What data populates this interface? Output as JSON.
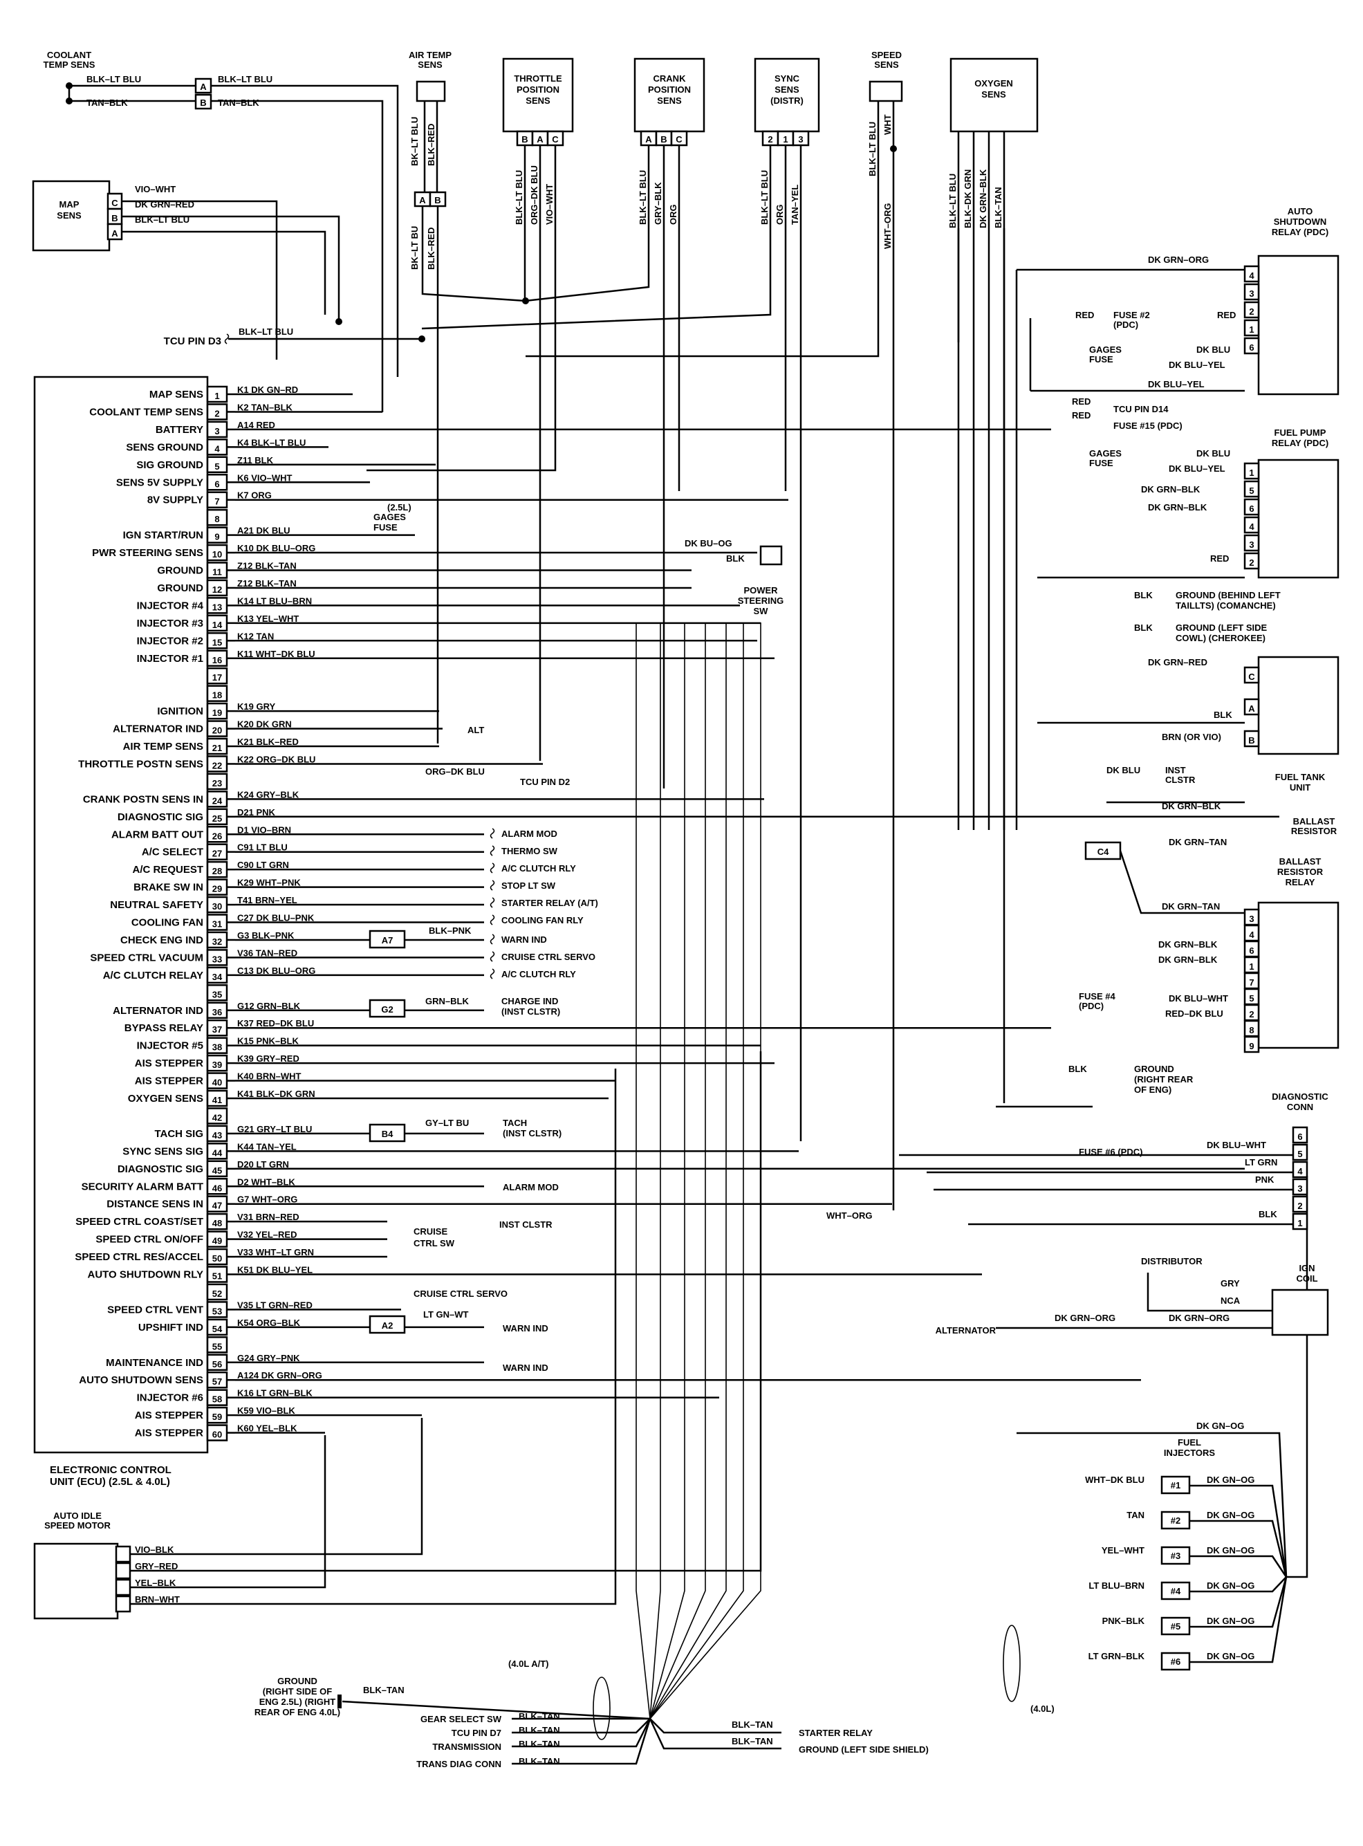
{
  "figure_id": "G92A21824",
  "ecu": {
    "title": "ELECTRONIC CONTROL\nUNIT (ECU) (2.5L & 4.0L)",
    "pins": [
      {
        "n": "1",
        "label": "MAP SENS",
        "wire": "K1 DK GN–RD"
      },
      {
        "n": "2",
        "label": "COOLANT TEMP SENS",
        "wire": "K2 TAN–BLK"
      },
      {
        "n": "3",
        "label": "BATTERY",
        "wire": "A14 RED"
      },
      {
        "n": "4",
        "label": "SENS GROUND",
        "wire": "K4 BLK–LT BLU"
      },
      {
        "n": "5",
        "label": "SIG GROUND",
        "wire": "Z11 BLK"
      },
      {
        "n": "6",
        "label": "SENS 5V SUPPLY",
        "wire": "K6 VIO–WHT"
      },
      {
        "n": "7",
        "label": "8V SUPPLY",
        "wire": "K7 ORG"
      },
      {
        "n": "8",
        "label": "",
        "wire": ""
      },
      {
        "n": "9",
        "label": "IGN START/RUN",
        "wire": "A21 DK BLU"
      },
      {
        "n": "10",
        "label": "PWR STEERING SENS",
        "wire": "K10 DK BLU–ORG"
      },
      {
        "n": "11",
        "label": "GROUND",
        "wire": "Z12 BLK–TAN"
      },
      {
        "n": "12",
        "label": "GROUND",
        "wire": "Z12 BLK–TAN"
      },
      {
        "n": "13",
        "label": "INJECTOR #4",
        "wire": "K14 LT BLU–BRN"
      },
      {
        "n": "14",
        "label": "INJECTOR #3",
        "wire": "K13 YEL–WHT"
      },
      {
        "n": "15",
        "label": "INJECTOR #2",
        "wire": "K12 TAN"
      },
      {
        "n": "16",
        "label": "INJECTOR #1",
        "wire": "K11 WHT–DK BLU"
      },
      {
        "n": "17",
        "label": "",
        "wire": ""
      },
      {
        "n": "18",
        "label": "",
        "wire": ""
      },
      {
        "n": "19",
        "label": "IGNITION",
        "wire": "K19 GRY"
      },
      {
        "n": "20",
        "label": "ALTERNATOR IND",
        "wire": "K20 DK GRN"
      },
      {
        "n": "21",
        "label": "AIR TEMP SENS",
        "wire": "K21 BLK–RED"
      },
      {
        "n": "22",
        "label": "THROTTLE POSTN SENS",
        "wire": "K22 ORG–DK BLU"
      },
      {
        "n": "23",
        "label": "",
        "wire": ""
      },
      {
        "n": "24",
        "label": "CRANK POSTN SENS IN",
        "wire": "K24 GRY–BLK"
      },
      {
        "n": "25",
        "label": "DIAGNOSTIC SIG",
        "wire": "D21 PNK"
      },
      {
        "n": "26",
        "label": "ALARM BATT OUT",
        "wire": "D1 VIO–BRN"
      },
      {
        "n": "27",
        "label": "A/C SELECT",
        "wire": "C91 LT BLU"
      },
      {
        "n": "28",
        "label": "A/C REQUEST",
        "wire": "C90 LT GRN"
      },
      {
        "n": "29",
        "label": "BRAKE SW IN",
        "wire": "K29 WHT–PNK"
      },
      {
        "n": "30",
        "label": "NEUTRAL SAFETY",
        "wire": "T41 BRN–YEL"
      },
      {
        "n": "31",
        "label": "COOLING FAN",
        "wire": "C27 DK BLU–PNK"
      },
      {
        "n": "32",
        "label": "CHECK ENG IND",
        "wire": "G3 BLK–PNK"
      },
      {
        "n": "33",
        "label": "SPEED CTRL VACUUM",
        "wire": "V36 TAN–RED"
      },
      {
        "n": "34",
        "label": "A/C CLUTCH RELAY",
        "wire": "C13 DK BLU–ORG"
      },
      {
        "n": "35",
        "label": "",
        "wire": ""
      },
      {
        "n": "36",
        "label": "ALTERNATOR IND",
        "wire": "G12 GRN–BLK"
      },
      {
        "n": "37",
        "label": "BYPASS RELAY",
        "wire": "K37 RED–DK BLU"
      },
      {
        "n": "38",
        "label": "INJECTOR #5",
        "wire": "K15 PNK–BLK"
      },
      {
        "n": "39",
        "label": "AIS STEPPER",
        "wire": "K39 GRY–RED"
      },
      {
        "n": "40",
        "label": "AIS STEPPER",
        "wire": "K40 BRN–WHT"
      },
      {
        "n": "41",
        "label": "OXYGEN SENS",
        "wire": "K41 BLK–DK GRN"
      },
      {
        "n": "42",
        "label": "",
        "wire": ""
      },
      {
        "n": "43",
        "label": "TACH SIG",
        "wire": "G21 GRY–LT BLU"
      },
      {
        "n": "44",
        "label": "SYNC SENS SIG",
        "wire": "K44 TAN–YEL"
      },
      {
        "n": "45",
        "label": "DIAGNOSTIC SIG",
        "wire": "D20 LT GRN"
      },
      {
        "n": "46",
        "label": "SECURITY ALARM BATT",
        "wire": "D2 WHT–BLK"
      },
      {
        "n": "47",
        "label": "DISTANCE SENS IN",
        "wire": "G7 WHT–ORG"
      },
      {
        "n": "48",
        "label": "SPEED CTRL COAST/SET",
        "wire": "V31 BRN–RED"
      },
      {
        "n": "49",
        "label": "SPEED CTRL ON/OFF",
        "wire": "V32 YEL–RED"
      },
      {
        "n": "50",
        "label": "SPEED CTRL RES/ACCEL",
        "wire": "V33 WHT–LT GRN"
      },
      {
        "n": "51",
        "label": "AUTO SHUTDOWN RLY",
        "wire": "K51 DK BLU–YEL"
      },
      {
        "n": "52",
        "label": "",
        "wire": ""
      },
      {
        "n": "53",
        "label": "SPEED CTRL VENT",
        "wire": "V35 LT GRN–RED"
      },
      {
        "n": "54",
        "label": "UPSHIFT IND",
        "wire": "K54 ORG–BLK"
      },
      {
        "n": "55",
        "label": "",
        "wire": ""
      },
      {
        "n": "56",
        "label": "MAINTENANCE IND",
        "wire": "G24 GRY–PNK"
      },
      {
        "n": "57",
        "label": "AUTO SHUTDOWN SENS",
        "wire": "A124 DK GRN–ORG"
      },
      {
        "n": "58",
        "label": "INJECTOR #6",
        "wire": "K16 LT GRN–BLK"
      },
      {
        "n": "59",
        "label": "AIS STEPPER",
        "wire": "K59 VIO–BLK"
      },
      {
        "n": "60",
        "label": "AIS STEPPER",
        "wire": "K60 YEL–BLK"
      }
    ]
  },
  "sensors": {
    "coolant": {
      "title": "COOLANT\nTEMP SENS",
      "w1": "BLK–LT BLU",
      "w2": "TAN–BLK",
      "a": "A",
      "b": "B",
      "w3": "BLK–LT BLU",
      "w4": "TAN–BLK"
    },
    "air_temp": {
      "title": "AIR TEMP\nSENS",
      "w1": "BK–LT BLU",
      "w2": "BLK–RED",
      "a": "A",
      "b": "B",
      "w3": "BK–LT BU",
      "w4": "BLK–RED"
    },
    "throttle": {
      "title": "THROTTLE\nPOSITION\nSENS",
      "pins": [
        "B",
        "A",
        "C"
      ],
      "wires": [
        "BLK–LT BLU",
        "ORG–DK BLU",
        "VIO–WHT"
      ]
    },
    "crank": {
      "title": "CRANK\nPOSITION\nSENS",
      "pins": [
        "A",
        "B",
        "C"
      ],
      "wires": [
        "BLK–LT BLU",
        "GRY–BLK",
        "ORG"
      ]
    },
    "sync": {
      "title": "SYNC\nSENS\n(DISTR)",
      "pins": [
        "2",
        "1",
        "3"
      ],
      "wires": [
        "BLK–LT BLU",
        "ORG",
        "TAN–YEL"
      ]
    },
    "speed": {
      "title": "SPEED\nSENS",
      "wires": [
        "BLK–LT BLU",
        "WHT"
      ],
      "w3": "WHT–ORG"
    },
    "oxygen": {
      "title": "OXYGEN\nSENS",
      "wires": [
        "BLK–LT BLU",
        "BLK–DK GRN",
        "DK GRN–BLK",
        "BLK–TAN"
      ]
    },
    "map": {
      "title": "MAP\nSENS",
      "pins": [
        "C",
        "B",
        "A"
      ],
      "wires": [
        "VIO–WHT",
        "DK GRN–RED",
        "BLK–LT BLU"
      ]
    }
  },
  "labels": {
    "tcu_d3": "TCU PIN D3",
    "tcu_d3_wire": "BLK–LT BLU",
    "gages_fuse": "GAGES\nFUSE",
    "d25l": "(2.5L)",
    "dk_bu_og": "DK BU–OG",
    "blk": "BLK",
    "pwr_steer": "POWER\nSTEERING\nSW",
    "alt": "ALT",
    "org_dk_blu": "ORG–DK BLU",
    "tcu_d2": "TCU PIN D2",
    "alarm_mod": "ALARM MOD",
    "thermo_sw": "THERMO SW",
    "ac_clutch_rly": "A/C CLUTCH RLY",
    "stop_lt_sw": "STOP LT SW",
    "starter_relay_at": "STARTER RELAY (A/T)",
    "cooling_fan_rly": "COOLING FAN RLY",
    "blk_pnk": "BLK–PNK",
    "a7": "A7",
    "warn_ind": "WARN IND",
    "cruise_servo": "CRUISE CTRL SERVO",
    "ac_clutch_rly2": "A/C CLUTCH RLY",
    "grn_blk": "GRN–BLK",
    "g2": "G2",
    "charge_ind": "CHARGE IND\n(INST CLSTR)",
    "gy_lt_bu": "GY–LT BU",
    "b4": "B4",
    "tach": "TACH\n(INST CLSTR)",
    "alarm_mod2": "ALARM MOD",
    "cruise_sw": "CRUISE\nCTRL SW",
    "cruise_servo2": "CRUISE CTRL SERVO",
    "lt_gn_wt": "LT GN–WT",
    "a2": "A2",
    "warn_ind2": "WARN IND",
    "warn_ind3": "WARN IND",
    "inst_clstr": "INST CLSTR",
    "wht_org": "WHT–ORG",
    "aism_title": "AUTO IDLE\nSPEED MOTOR",
    "aism_wires": [
      "VIO–BLK",
      "GRY–RED",
      "YEL–BLK",
      "BRN–WHT"
    ],
    "ground_eng": "GROUND\n(RIGHT SIDE OF\nENG 2.5L) (RIGHT\nREAR OF ENG 4.0L)",
    "blk_tan": "BLK–TAN",
    "d40l_at": "(4.0L A/T)",
    "gear_select": "GEAR SELECT SW",
    "tcu_d7": "TCU PIN D7",
    "transmission": "TRANSMISSION",
    "trans_diag": "TRANS DIAG CONN",
    "starter_relay": "STARTER RELAY",
    "ground_shield": "GROUND (LEFT SIDE SHIELD)",
    "d40l": "(4.0L)"
  },
  "right": {
    "asd_relay": "AUTO\nSHUTDOWN\nRELAY (PDC)",
    "asd_pins": [
      "4",
      "3",
      "2",
      "1",
      "6"
    ],
    "dk_grn_org": "DK GRN–ORG",
    "red": "RED",
    "fuse2": "FUSE #2\n(PDC)",
    "gages_fuse": "GAGES\nFUSE",
    "dk_blu": "DK BLU",
    "dk_blu_yel": "DK BLU–YEL",
    "tcu_d14": "TCU PIN D14",
    "fuse15": "FUSE #15 (PDC)",
    "fp_relay": "FUEL PUMP\nRELAY (PDC)",
    "fp_pins": [
      "1",
      "5",
      "6",
      "4",
      "3",
      "2"
    ],
    "dk_grn_blk": "DK GRN–BLK",
    "gnd_taillts": "GROUND (BEHIND LEFT\nTAILLTS) (COMANCHE)",
    "gnd_cowl": "GROUND (LEFT SIDE\nCOWL) (CHEROKEE)",
    "dk_grn_red": "DK GRN–RED",
    "brn_vio": "BRN (OR VIO)",
    "inst_clstr": "INST\nCLSTR",
    "fuel_tank": "FUEL TANK\nUNIT",
    "tank_pins": [
      "C",
      "A",
      "B"
    ],
    "ballast": "BALLAST\nRESISTOR",
    "c4": "C4",
    "dk_grn_tan": "DK GRN–TAN",
    "brr": "BALLAST\nRESISTOR\nRELAY",
    "brr_pins": [
      "3",
      "4",
      "6",
      "1",
      "7",
      "5",
      "2",
      "8",
      "9"
    ],
    "fuse4": "FUSE #4\n(PDC)",
    "dk_blu_wht": "DK BLU–WHT",
    "red_dk_blu": "RED–DK BLU",
    "ground_rr": "GROUND\n(RIGHT REAR\nOF ENG)",
    "diag_conn": "DIAGNOSTIC\nCONN",
    "diag_pins": [
      "6",
      "5",
      "4",
      "3",
      "2",
      "1"
    ],
    "fuse6": "FUSE #6 (PDC)",
    "lt_grn": "LT GRN",
    "pnk": "PNK",
    "distributor": "DISTRIBUTOR",
    "gry": "GRY",
    "nca": "NCA",
    "ign_coil": "IGN\nCOIL",
    "alternator": "ALTERNATOR",
    "dk_gn_og": "DK GN–OG",
    "fuel_inj": "FUEL\nINJECTORS",
    "injectors": [
      {
        "wire": "WHT–DK BLU",
        "num": "#1"
      },
      {
        "wire": "TAN",
        "num": "#2"
      },
      {
        "wire": "YEL–WHT",
        "num": "#3"
      },
      {
        "wire": "LT BLU–BRN",
        "num": "#4"
      },
      {
        "wire": "PNK–BLK",
        "num": "#5"
      },
      {
        "wire": "LT GRN–BLK",
        "num": "#6"
      }
    ]
  }
}
